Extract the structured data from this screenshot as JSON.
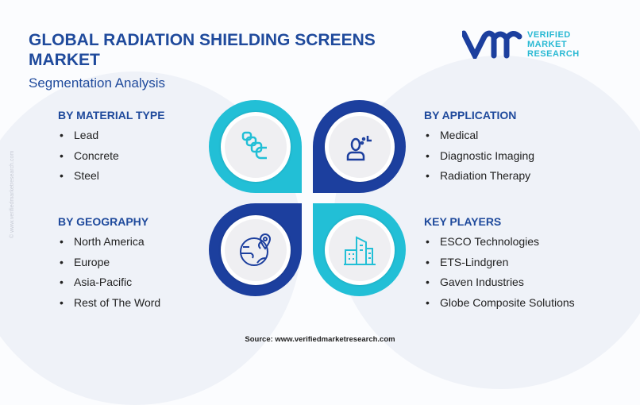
{
  "header": {
    "title": "GLOBAL RADIATION SHIELDING SCREENS MARKET",
    "subtitle": "Segmentation Analysis"
  },
  "logo": {
    "line1": "VERIFIED",
    "line2": "MARKET",
    "line3": "RESEARCH"
  },
  "side_watermark": "© www.verifiedmarketresearch.com",
  "segments": {
    "material": {
      "title": "BY MATERIAL TYPE",
      "items": [
        "Lead",
        "Concrete",
        "Steel"
      ]
    },
    "application": {
      "title": "BY APPLICATION",
      "items": [
        "Medical",
        "Diagnostic Imaging",
        "Radiation Therapy"
      ]
    },
    "geography": {
      "title": "BY GEOGRAPHY",
      "items": [
        "North America",
        "Europe",
        "Asia-Pacific",
        "Rest of The Word"
      ]
    },
    "players": {
      "title": "KEY PLAYERS",
      "items": [
        "ESCO Technologies",
        "ETS-Lindgren",
        "Gaven Industries",
        "Globe Composite Solutions"
      ]
    }
  },
  "colors": {
    "dark": "#1c3f9e",
    "cyan": "#22bfd6"
  },
  "source": "Source: www.verifiedmarketresearch.com"
}
